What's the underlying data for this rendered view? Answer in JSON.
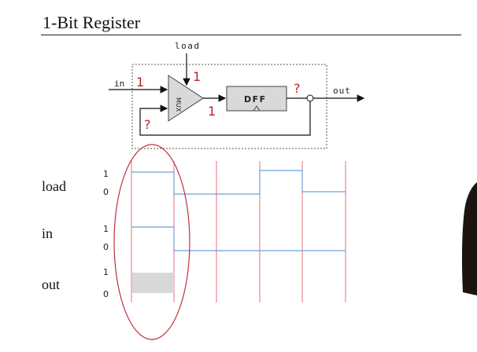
{
  "slide": {
    "title": "1-Bit Register"
  },
  "circuit": {
    "load_label": "load",
    "in_label": "in",
    "out_label": "out",
    "mux_label": "MUX",
    "dff_label": "DFF",
    "annotations": {
      "load_value": "1",
      "in_value": "1",
      "mux_out_value": "1",
      "dff_out_value": "?",
      "feedback_value": "?"
    }
  },
  "timing": {
    "signals": [
      {
        "name": "load",
        "high_label": "1",
        "low_label": "0"
      },
      {
        "name": "in",
        "high_label": "1",
        "low_label": "0"
      },
      {
        "name": "out",
        "high_label": "1",
        "low_label": "0"
      }
    ]
  },
  "colors": {
    "annotation_red": "#c0202a",
    "clock_line": "#e0707a",
    "signal_blue": "#6f9fd6",
    "unknown_fill": "#d8d8d8",
    "highlight_ellipse": "#c03040"
  }
}
